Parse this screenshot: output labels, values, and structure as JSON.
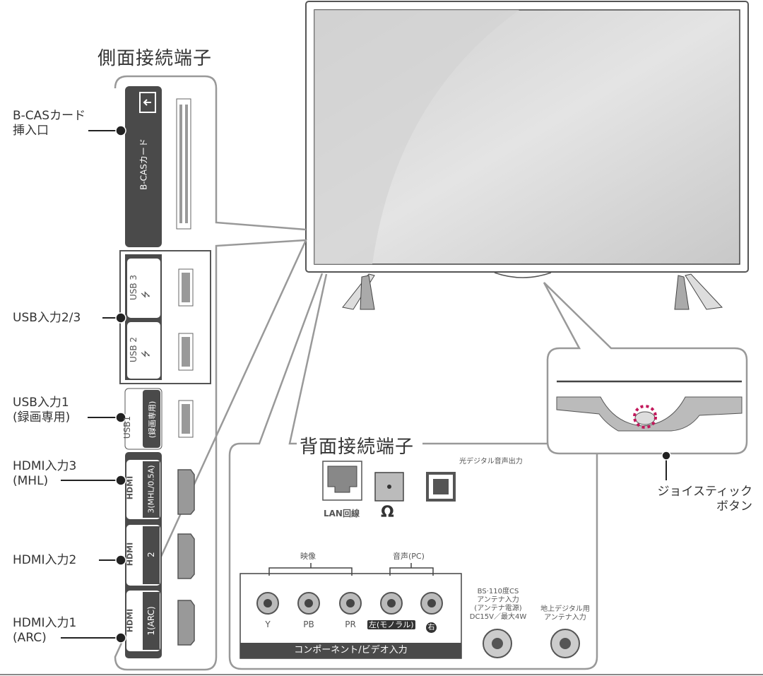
{
  "side_panel": {
    "title": "側面接続端子",
    "callouts": [
      {
        "id": "bcas",
        "line1": "B-CASカード",
        "line2": "挿入口"
      },
      {
        "id": "usb23",
        "line1": "USB入力2/3",
        "line2": ""
      },
      {
        "id": "usb1",
        "line1": "USB入力1",
        "line2": "(録画専用)"
      },
      {
        "id": "hdmi3",
        "line1": "HDMI入力3",
        "line2": "(MHL)"
      },
      {
        "id": "hdmi2",
        "line1": "HDMI入力2",
        "line2": ""
      },
      {
        "id": "hdmi1",
        "line1": "HDMI入力1",
        "line2": "(ARC)"
      }
    ],
    "port_labels": {
      "bcas": "B-CASカード",
      "usb3": "USB 3",
      "usb2": "USB 2",
      "usb1": "USB1",
      "usb1_note": "(録画専用)",
      "hdmi_logo": "HDMI",
      "hdmi3": "3(MHL/0.5A)",
      "hdmi2": "2",
      "hdmi1": "1(ARC)"
    }
  },
  "rear_panel": {
    "title": "背面接続端子",
    "optical_label": "光デジタル音声出力",
    "lan_label": "LAN回線",
    "headphone_icon": "headphone-icon",
    "video_group": "映像",
    "audio_group": "音声(PC)",
    "jacks": [
      "Y",
      "PB",
      "PR",
      "左(モノラル)",
      "右"
    ],
    "component_bar": "コンポーネント/ビデオ入力",
    "bs_antenna": [
      "BS·110度CS",
      "アンテナ入力",
      "(アンテナ電源)",
      "DC15V／最大4W"
    ],
    "terrestrial_antenna": [
      "地上デジタル用",
      "アンテナ入力"
    ]
  },
  "joystick": {
    "label_line1": "ジョイスティック",
    "label_line2": "ボタン",
    "highlight_color": "#c2185b"
  },
  "colors": {
    "line": "#888888",
    "dark_panel": "#4a4a4a",
    "callout_dot": "#222222"
  }
}
